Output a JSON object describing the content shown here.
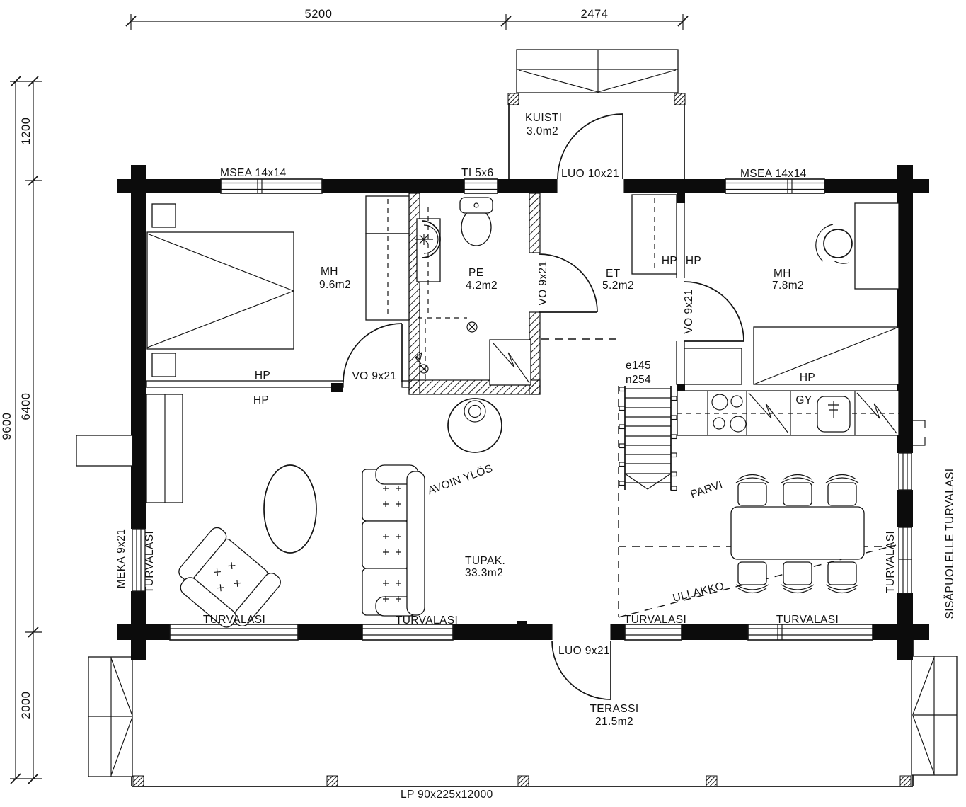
{
  "dims": {
    "w5200": "5200",
    "w2474": "2474",
    "h9600": "9600",
    "h1200": "1200",
    "h6400": "6400",
    "h2000": "2000",
    "beam": "LP  90x225x12000"
  },
  "rooms": {
    "kuisti": {
      "name": "KUISTI",
      "area": "3.0m2"
    },
    "mh1": {
      "name": "MH",
      "area": "9.6m2"
    },
    "pe": {
      "name": "PE",
      "area": "4.2m2"
    },
    "et": {
      "name": "ET",
      "area": "5.2m2"
    },
    "mh2": {
      "name": "MH",
      "area": "7.8m2"
    },
    "tupak": {
      "name": "TUPAK.",
      "area": "33.3m2"
    },
    "terassi": {
      "name": "TERASSI",
      "area": "21.5m2"
    }
  },
  "openings": {
    "msea": "MSEA  14x14",
    "ti": "TI  5x6",
    "luo_top": "LUO  10x21",
    "vo": "VO  9x21",
    "meka": "MEKA  9x21",
    "luo_bot": "LUO  9x21"
  },
  "annotations": {
    "hp": "HP",
    "gy": "GY",
    "avoin": "AVOIN  YLÖS",
    "parvi": "PARVI",
    "ullakko": "ULLAKKO",
    "stair_e": "e145",
    "stair_n": "n254",
    "turvalasi": "TURVALASI",
    "sisapuolelle": "SISÄPUOLELLE  TURVALASI"
  },
  "colors": {
    "line": "#141414",
    "background": "#ffffff"
  }
}
